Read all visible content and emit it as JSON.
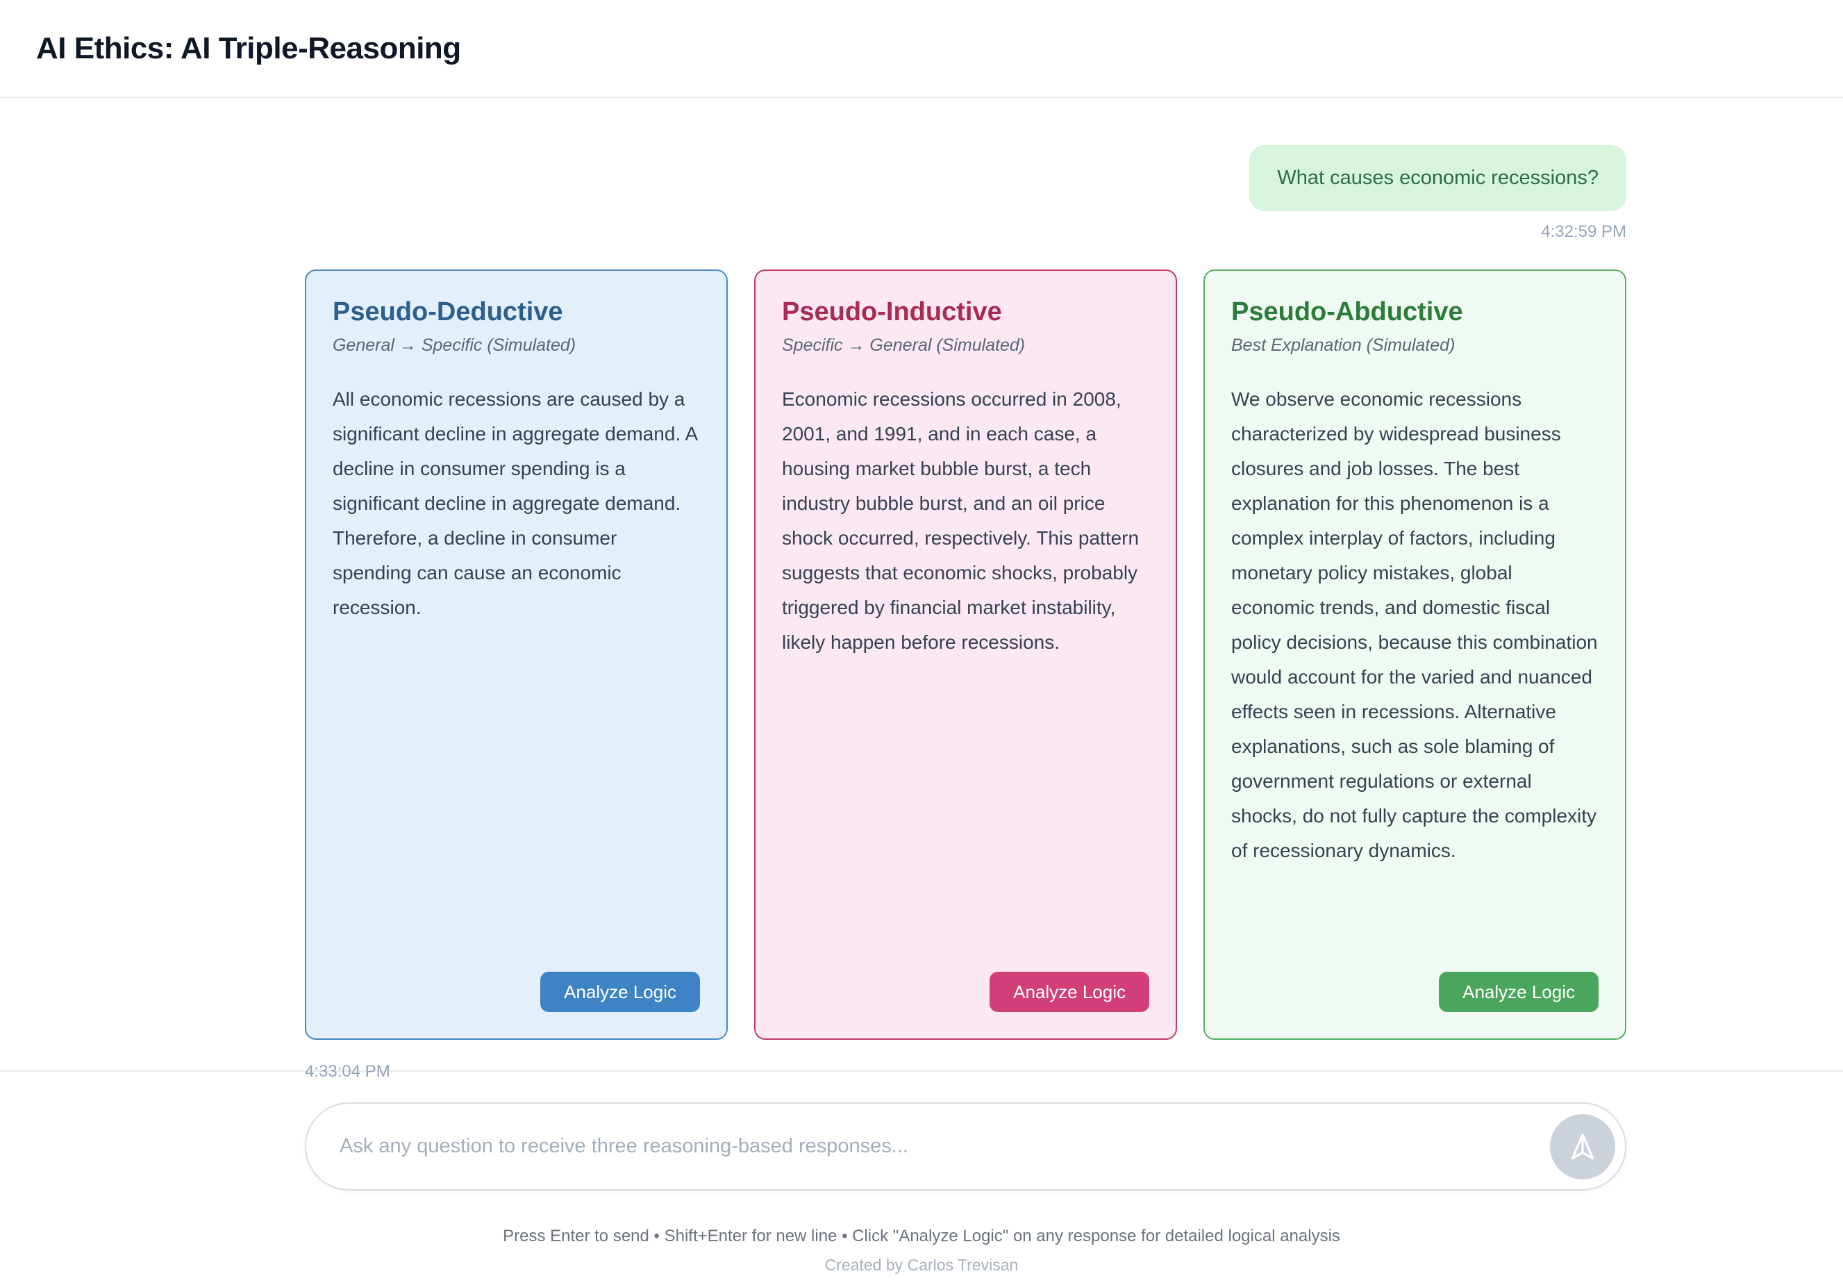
{
  "header": {
    "title": "AI Ethics: AI Triple-Reasoning"
  },
  "chat": {
    "user_message": {
      "text": "What causes economic recessions?",
      "timestamp": "4:32:59 PM",
      "colors": {
        "background": "#d7f5dc",
        "text": "#2e6b47"
      }
    },
    "responses_timestamp": "4:33:04 PM",
    "responses": [
      {
        "title": "Pseudo-Deductive",
        "subtitle": "General → Specific (Simulated)",
        "body": "All economic recessions are caused by a significant decline in aggregate demand. A decline in consumer spending is a significant decline in aggregate demand. Therefore, a decline in consumer spending can cause an economic recession.",
        "button_label": "Analyze Logic",
        "colors": {
          "background": "#e3effb",
          "border": "#4a87c4",
          "title": "#2d5f8e",
          "button": "#3e83c3"
        }
      },
      {
        "title": "Pseudo-Inductive",
        "subtitle": "Specific → General (Simulated)",
        "body": "Economic recessions occurred in 2008, 2001, and 1991, and in each case, a housing market bubble burst, a tech industry bubble burst, and an oil price shock occurred, respectively. This pattern suggests that economic shocks, probably triggered by financial market instability, likely happen before recessions.",
        "button_label": "Analyze Logic",
        "colors": {
          "background": "#fbe8f2",
          "border": "#c43a6e",
          "title": "#a82a55",
          "button": "#d23e78"
        }
      },
      {
        "title": "Pseudo-Abductive",
        "subtitle": "Best Explanation (Simulated)",
        "body": "We observe economic recessions characterized by widespread business closures and job losses. The best explanation for this phenomenon is a complex interplay of factors, including monetary policy mistakes, global economic trends, and domestic fiscal policy decisions, because this combination would account for the varied and nuanced effects seen in recessions. Alternative explanations, such as sole blaming of government regulations or external shocks, do not fully capture the complexity of recessionary dynamics.",
        "button_label": "Analyze Logic",
        "colors": {
          "background": "#f0faf2",
          "border": "#55ad66",
          "title": "#2c7d3c",
          "button": "#4aa65c"
        }
      }
    ]
  },
  "composer": {
    "placeholder": "Ask any question to receive three reasoning-based responses...",
    "send_icon": "navigation-arrow-icon"
  },
  "footer": {
    "hint": "Press Enter to send • Shift+Enter for new line • Click \"Analyze Logic\" on any response for detailed logical analysis",
    "credit": "Created by Carlos Trevisan"
  },
  "colors": {
    "divider": "#e7eaee",
    "body_text": "#374151",
    "timestamp": "#94a3b8"
  }
}
